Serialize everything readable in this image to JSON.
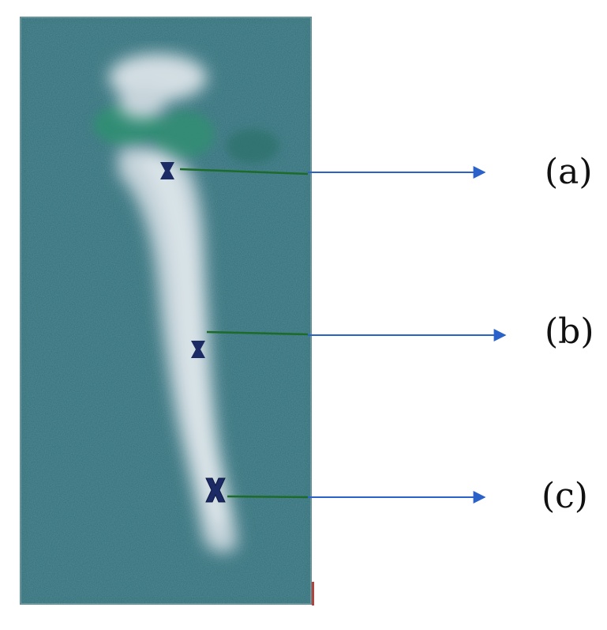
{
  "figure": {
    "image": "scintigraphy-spine-scan",
    "markers": [
      {
        "id": "a",
        "label": "(a)",
        "icon": "x-marker-icon"
      },
      {
        "id": "b",
        "label": "(b)",
        "icon": "x-marker-icon"
      },
      {
        "id": "c",
        "label": "(c)",
        "icon": "x-marker-icon"
      }
    ],
    "colors": {
      "background": "#2f6e78",
      "tissue": "#c9d6dd",
      "marker": "#1c2a66",
      "green_tint": "#2f8f72",
      "arrow": "#2a62c9",
      "leader_green": "#1d6b2a"
    }
  }
}
